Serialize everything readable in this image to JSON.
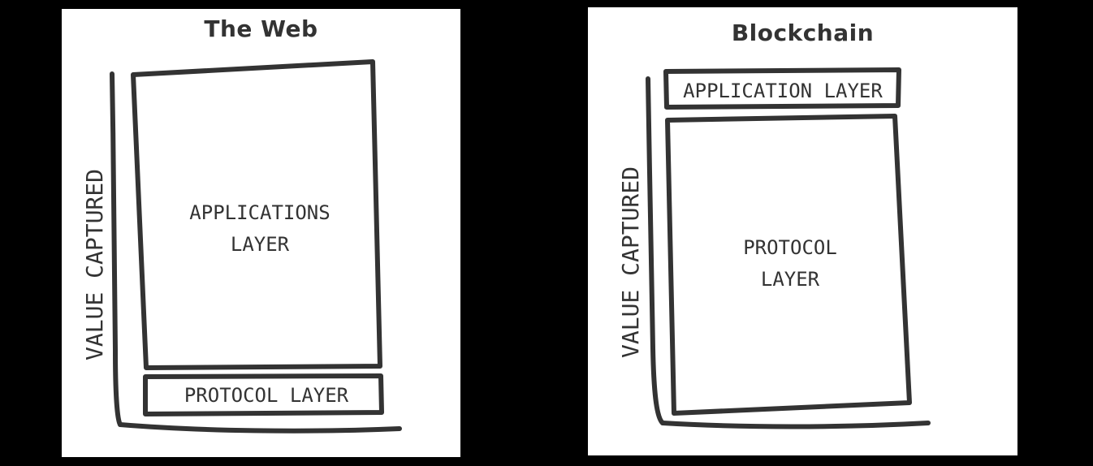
{
  "web": {
    "title": "The Web",
    "y_axis_label": "VALUE CAPTURED",
    "top_block_label": [
      "APPLICATIONS",
      "LAYER"
    ],
    "bottom_block_label": "PROTOCOL LAYER"
  },
  "blockchain": {
    "title": "Blockchain",
    "y_axis_label": "VALUE CAPTURED",
    "top_block_label": "APPLICATION LAYER",
    "bottom_block_label": [
      "PROTOCOL",
      "LAYER"
    ]
  },
  "colors": {
    "background": "#000000",
    "panel": "#ffffff",
    "ink": "#333333"
  }
}
